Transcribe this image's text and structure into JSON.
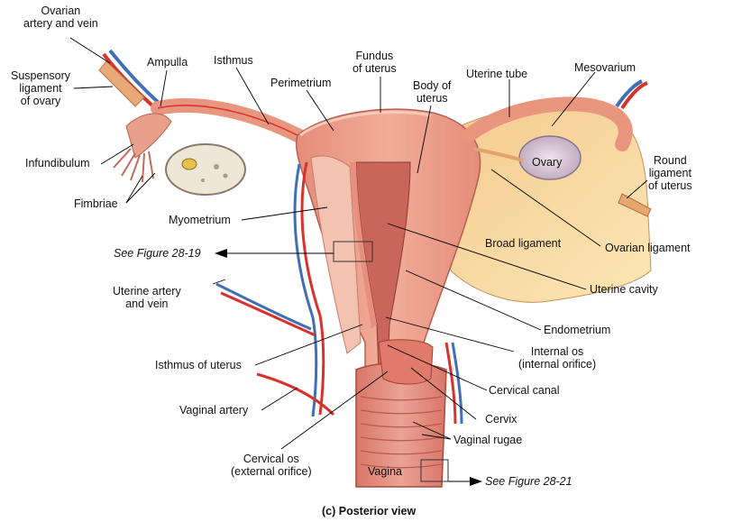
{
  "figure": {
    "caption": "(c) Posterior view",
    "labels": {
      "ovarian_artery_vein": "Ovarian\nartery and vein",
      "suspensory_ligament": "Suspensory\nligament\nof ovary",
      "ampulla": "Ampulla",
      "isthmus": "Isthmus",
      "perimetrium": "Perimetrium",
      "fundus": "Fundus\nof uterus",
      "body": "Body of\nuterus",
      "uterine_tube": "Uterine tube",
      "mesovarium": "Mesovarium",
      "infundibulum": "Infundibulum",
      "ovary": "Ovary",
      "round_ligament": "Round\nligament\nof uterus",
      "fimbriae": "Fimbriae",
      "myometrium": "Myometrium",
      "broad_ligament": "Broad ligament",
      "ovarian_ligament": "Ovarian ligament",
      "see_28_19": "See Figure 28-19",
      "uterine_artery_vein": "Uterine artery\nand vein",
      "uterine_cavity": "Uterine cavity",
      "endometrium": "Endometrium",
      "internal_os": "Internal os\n(internal orifice)",
      "isthmus_uterus": "Isthmus of uterus",
      "cervical_canal": "Cervical canal",
      "vaginal_artery": "Vaginal artery",
      "cervix": "Cervix",
      "vaginal_rugae": "Vaginal rugae",
      "cervical_os": "Cervical os\n(external orifice)",
      "vagina": "Vagina",
      "see_28_21": "See Figure 28-21"
    }
  },
  "colors": {
    "artery": "#d8322c",
    "vein": "#3f6fb5",
    "uterus_wall": "#e89a88",
    "myometrium": "#f0b7a6",
    "cavity": "#c9655a",
    "broad_ligament": "#f6d79a",
    "ovary": "#d9c8d6",
    "leader": "#000000"
  },
  "icons": {
    "arrow": "arrow-right-icon",
    "arrow_left": "arrow-left-icon"
  }
}
